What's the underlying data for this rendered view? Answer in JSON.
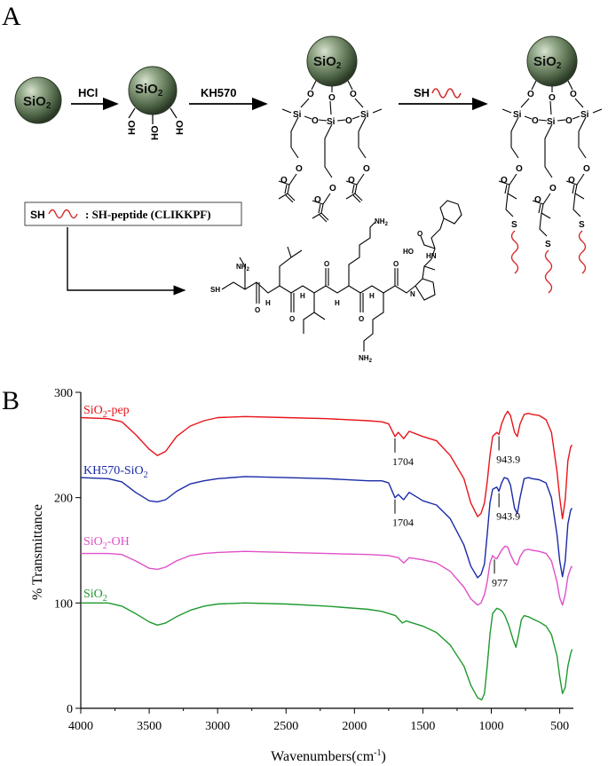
{
  "panel_a": {
    "label": "A",
    "sio2": "SiO",
    "sio2_sub": "2",
    "step1": "HCl",
    "step2": "KH570",
    "step3_prefix": "SH",
    "ho": "HO",
    "o": "O",
    "si": "Si",
    "s": "S",
    "legend_prefix": "SH",
    "legend_text": ": SH-peptide (CLIKKPF)",
    "pep_sh": "SH",
    "pep_nh2": "NH",
    "pep_nh2_sub": "2",
    "pep_hn": "HN",
    "pep_h": "H",
    "pep_n": "N",
    "pep_ho": "HO",
    "pep_o": "O"
  },
  "panel_b": {
    "label": "B"
  },
  "chart_data": {
    "type": "line",
    "xlabel": "Wavenumbers(cm",
    "xlabel_sup": "-1",
    "xlabel_end": ")",
    "ylabel": "% Transmittance",
    "xlim": [
      4000,
      400
    ],
    "ylim": [
      0,
      300
    ],
    "x_ticks": [
      "4000",
      "3500",
      "3000",
      "2500",
      "2000",
      "1500",
      "1000",
      "500"
    ],
    "y_ticks": [
      "0",
      "100",
      "200",
      "300"
    ],
    "series": [
      {
        "name": "SiO",
        "name_sub": "2",
        "name_suffix": "-pep",
        "color": "#e8141a",
        "points": [
          [
            4000,
            276
          ],
          [
            3800,
            275
          ],
          [
            3700,
            272
          ],
          [
            3600,
            260
          ],
          [
            3500,
            246
          ],
          [
            3440,
            240
          ],
          [
            3380,
            244
          ],
          [
            3300,
            258
          ],
          [
            3200,
            268
          ],
          [
            3100,
            273
          ],
          [
            3000,
            276
          ],
          [
            2800,
            277
          ],
          [
            2500,
            276
          ],
          [
            2200,
            275
          ],
          [
            1900,
            273
          ],
          [
            1800,
            272
          ],
          [
            1750,
            270
          ],
          [
            1704,
            258
          ],
          [
            1680,
            262
          ],
          [
            1640,
            256
          ],
          [
            1600,
            263
          ],
          [
            1500,
            258
          ],
          [
            1400,
            254
          ],
          [
            1300,
            240
          ],
          [
            1200,
            218
          ],
          [
            1150,
            195
          ],
          [
            1100,
            182
          ],
          [
            1075,
            185
          ],
          [
            1050,
            195
          ],
          [
            1030,
            215
          ],
          [
            1010,
            240
          ],
          [
            990,
            258
          ],
          [
            960,
            262
          ],
          [
            944,
            260
          ],
          [
            925,
            270
          ],
          [
            900,
            278
          ],
          [
            880,
            282
          ],
          [
            860,
            278
          ],
          [
            830,
            262
          ],
          [
            810,
            258
          ],
          [
            790,
            270
          ],
          [
            760,
            279
          ],
          [
            730,
            280
          ],
          [
            700,
            279
          ],
          [
            650,
            278
          ],
          [
            600,
            274
          ],
          [
            560,
            262
          ],
          [
            520,
            225
          ],
          [
            500,
            200
          ],
          [
            480,
            180
          ],
          [
            460,
            198
          ],
          [
            440,
            235
          ],
          [
            420,
            248
          ],
          [
            410,
            250
          ]
        ]
      },
      {
        "name": "KH570-SiO",
        "name_sub": "2",
        "name_suffix": "",
        "color": "#1a2aa8",
        "points": [
          [
            4000,
            219
          ],
          [
            3800,
            218
          ],
          [
            3700,
            215
          ],
          [
            3600,
            205
          ],
          [
            3500,
            197
          ],
          [
            3440,
            196
          ],
          [
            3380,
            198
          ],
          [
            3300,
            206
          ],
          [
            3200,
            213
          ],
          [
            3100,
            216
          ],
          [
            3000,
            218
          ],
          [
            2800,
            220
          ],
          [
            2500,
            219
          ],
          [
            2200,
            218
          ],
          [
            1900,
            216
          ],
          [
            1800,
            216
          ],
          [
            1750,
            214
          ],
          [
            1704,
            200
          ],
          [
            1680,
            203
          ],
          [
            1640,
            198
          ],
          [
            1600,
            205
          ],
          [
            1500,
            197
          ],
          [
            1400,
            193
          ],
          [
            1300,
            180
          ],
          [
            1200,
            155
          ],
          [
            1150,
            135
          ],
          [
            1100,
            124
          ],
          [
            1075,
            127
          ],
          [
            1050,
            137
          ],
          [
            1030,
            165
          ],
          [
            1010,
            195
          ],
          [
            990,
            208
          ],
          [
            960,
            210
          ],
          [
            944,
            206
          ],
          [
            925,
            214
          ],
          [
            905,
            219
          ],
          [
            880,
            218
          ],
          [
            860,
            212
          ],
          [
            830,
            190
          ],
          [
            810,
            185
          ],
          [
            790,
            200
          ],
          [
            760,
            218
          ],
          [
            730,
            219
          ],
          [
            700,
            218
          ],
          [
            650,
            217
          ],
          [
            600,
            214
          ],
          [
            560,
            200
          ],
          [
            520,
            165
          ],
          [
            500,
            140
          ],
          [
            480,
            125
          ],
          [
            460,
            140
          ],
          [
            440,
            175
          ],
          [
            420,
            188
          ],
          [
            410,
            190
          ]
        ]
      },
      {
        "name": "SiO",
        "name_sub": "2",
        "name_suffix": "-OH",
        "color": "#e050c8",
        "points": [
          [
            4000,
            147
          ],
          [
            3800,
            147
          ],
          [
            3700,
            146
          ],
          [
            3600,
            140
          ],
          [
            3500,
            133
          ],
          [
            3440,
            132
          ],
          [
            3380,
            134
          ],
          [
            3300,
            140
          ],
          [
            3200,
            145
          ],
          [
            3100,
            147
          ],
          [
            3000,
            148
          ],
          [
            2800,
            149
          ],
          [
            2500,
            148
          ],
          [
            2200,
            147
          ],
          [
            1900,
            146
          ],
          [
            1750,
            145
          ],
          [
            1680,
            143
          ],
          [
            1640,
            138
          ],
          [
            1600,
            143
          ],
          [
            1500,
            141
          ],
          [
            1400,
            138
          ],
          [
            1300,
            130
          ],
          [
            1200,
            115
          ],
          [
            1150,
            104
          ],
          [
            1100,
            98
          ],
          [
            1075,
            100
          ],
          [
            1050,
            108
          ],
          [
            1030,
            120
          ],
          [
            1010,
            138
          ],
          [
            990,
            145
          ],
          [
            977,
            143
          ],
          [
            960,
            142
          ],
          [
            925,
            150
          ],
          [
            900,
            154
          ],
          [
            880,
            153
          ],
          [
            860,
            146
          ],
          [
            830,
            138
          ],
          [
            810,
            136
          ],
          [
            790,
            144
          ],
          [
            760,
            150
          ],
          [
            730,
            151
          ],
          [
            700,
            150
          ],
          [
            650,
            149
          ],
          [
            600,
            147
          ],
          [
            560,
            140
          ],
          [
            520,
            120
          ],
          [
            500,
            105
          ],
          [
            480,
            98
          ],
          [
            460,
            108
          ],
          [
            440,
            125
          ],
          [
            420,
            133
          ],
          [
            410,
            135
          ]
        ]
      },
      {
        "name": "SiO",
        "name_sub": "2",
        "name_suffix": "",
        "color": "#1e9a2e",
        "points": [
          [
            4000,
            100
          ],
          [
            3800,
            100
          ],
          [
            3700,
            97
          ],
          [
            3600,
            90
          ],
          [
            3500,
            82
          ],
          [
            3440,
            79
          ],
          [
            3380,
            81
          ],
          [
            3300,
            87
          ],
          [
            3200,
            93
          ],
          [
            3100,
            97
          ],
          [
            3000,
            99
          ],
          [
            2800,
            100
          ],
          [
            2500,
            99
          ],
          [
            2200,
            97
          ],
          [
            1900,
            94
          ],
          [
            1800,
            92
          ],
          [
            1700,
            88
          ],
          [
            1650,
            81
          ],
          [
            1620,
            83
          ],
          [
            1600,
            82
          ],
          [
            1500,
            78
          ],
          [
            1400,
            72
          ],
          [
            1300,
            60
          ],
          [
            1200,
            40
          ],
          [
            1150,
            22
          ],
          [
            1100,
            10
          ],
          [
            1070,
            8
          ],
          [
            1050,
            14
          ],
          [
            1030,
            40
          ],
          [
            1010,
            70
          ],
          [
            990,
            90
          ],
          [
            960,
            95
          ],
          [
            940,
            94
          ],
          [
            920,
            92
          ],
          [
            900,
            88
          ],
          [
            870,
            78
          ],
          [
            840,
            65
          ],
          [
            820,
            58
          ],
          [
            800,
            70
          ],
          [
            780,
            84
          ],
          [
            760,
            88
          ],
          [
            730,
            87
          ],
          [
            700,
            85
          ],
          [
            650,
            82
          ],
          [
            600,
            78
          ],
          [
            560,
            70
          ],
          [
            520,
            50
          ],
          [
            500,
            30
          ],
          [
            480,
            14
          ],
          [
            460,
            20
          ],
          [
            440,
            40
          ],
          [
            420,
            52
          ],
          [
            410,
            56
          ]
        ]
      }
    ],
    "annotations": [
      {
        "series": 0,
        "x": 1704,
        "label": "1704"
      },
      {
        "series": 0,
        "x": 944,
        "label": "943.9"
      },
      {
        "series": 1,
        "x": 1704,
        "label": "1704"
      },
      {
        "series": 1,
        "x": 944,
        "label": "943.9"
      },
      {
        "series": 2,
        "x": 977,
        "label": "977"
      }
    ]
  }
}
